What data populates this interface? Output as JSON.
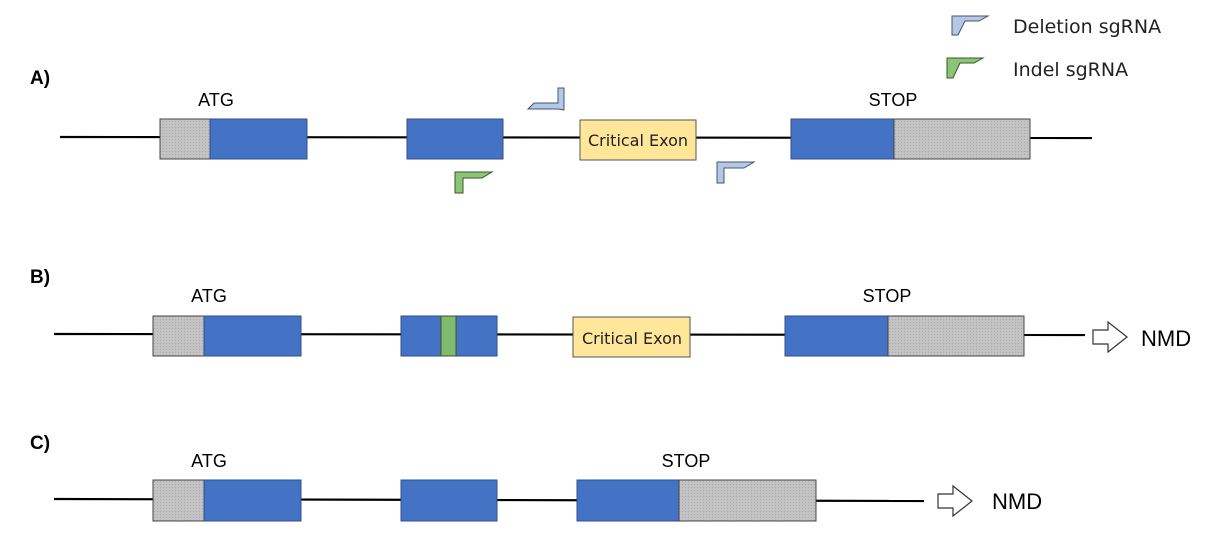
{
  "colors": {
    "coding_exon": "#4472c4",
    "utr": "#c0c0c0",
    "critical_exon": "#ffe699",
    "indel": "#7fba6e",
    "deletion_sgrna": "#b4c7e7",
    "indel_sgrna": "#8cc47a",
    "line": "#000000"
  },
  "legend": {
    "deletion_label": "Deletion sgRNA",
    "indel_label": "Indel sgRNA"
  },
  "panels": [
    {
      "id": "A",
      "label": "A)",
      "start_label": "ATG",
      "stop_label": "STOP",
      "critical_exon_label": "Critical Exon"
    },
    {
      "id": "B",
      "label": "B)",
      "start_label": "ATG",
      "stop_label": "STOP",
      "critical_exon_label": "Critical Exon",
      "outcome_label": "NMD"
    },
    {
      "id": "C",
      "label": "C)",
      "start_label": "ATG",
      "stop_label": "STOP",
      "outcome_label": "NMD"
    }
  ]
}
